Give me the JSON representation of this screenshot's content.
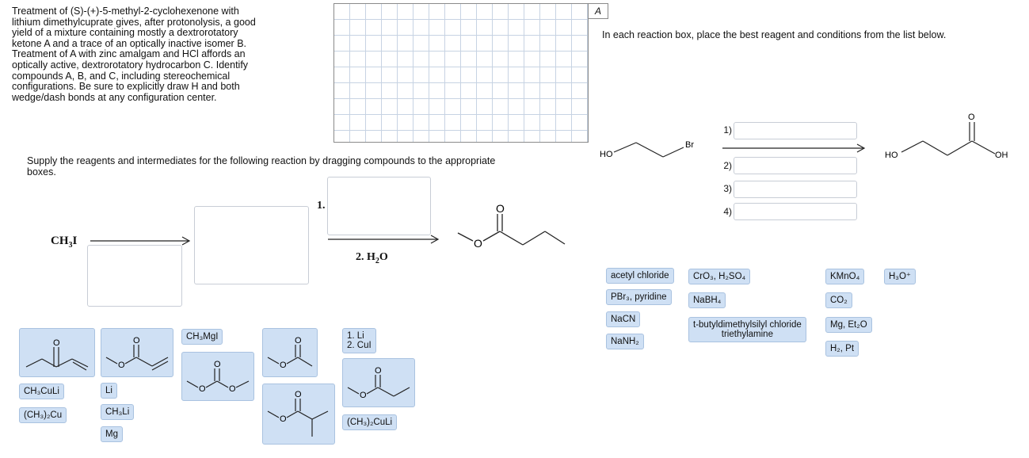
{
  "problem": {
    "text": "Treatment of (S)-(+)-5-methyl-2-cyclohexenone with\nlithium dimethylcuprate gives, after protonolysis, a good\nyield of a mixture containing mostly a dextrorotatory\nketone A and a trace of an optically inactive isomer B.\nTreatment of A with zinc amalgam and HCl affords an\noptically active, dextrorotatory hydrocarbon C. Identify\ncompounds A, B, and C, including stereochemical\nconfigurations. Be sure to explicitly draw H and both\nwedge/dash bonds at any configuration center.",
    "grid_label": "A"
  },
  "reaction1": {
    "instruction": "Supply the reagents and intermediates for the following reaction by dragging compounds to the appropriate\nboxes.",
    "start": "CH",
    "start_sub": "3",
    "start_end": "I",
    "step1": "1.",
    "step2_pre": "2.  H",
    "step2_sub": "2",
    "step2_post": "O"
  },
  "answer_tiles": {
    "ch3mgi": "CH₃MgI",
    "li_cui": "1. Li\n2. CuI",
    "ch3culi": "CH₃CuLi",
    "li": "Li",
    "ch3_2cu": "(CH₃)₂Cu",
    "ch3li": "CH₃Li",
    "mg": "Mg",
    "ch3_2culi": "(CH₃)₂CuLi"
  },
  "reaction2": {
    "instruction": "In each reaction box, place the best reagent and conditions from the list below.",
    "steps": [
      "1)",
      "2)",
      "3)",
      "4)"
    ],
    "sm_ho": "HO",
    "sm_br": "Br",
    "product_ho": "HO",
    "product_oh": "OH",
    "product_o": "O"
  },
  "reagent_tiles": {
    "acetyl_chloride": "acetyl chloride",
    "cro3": "CrO₃, H₂SO₄",
    "kmno4": "KMnO₄",
    "h3o": "H₃O⁺",
    "pbr3": "PBr₃, pyridine",
    "nabh4": "NaBH₄",
    "co2": "CO₂",
    "nacn": "NaCN",
    "tbdms": "t-butyldimethylsilyl chloride\ntriethylamine",
    "mg_et2o": "Mg, Et₂O",
    "nanh2": "NaNH₂",
    "h2pt": "H₂, Pt"
  },
  "molecule_labels": {
    "o": "O"
  }
}
